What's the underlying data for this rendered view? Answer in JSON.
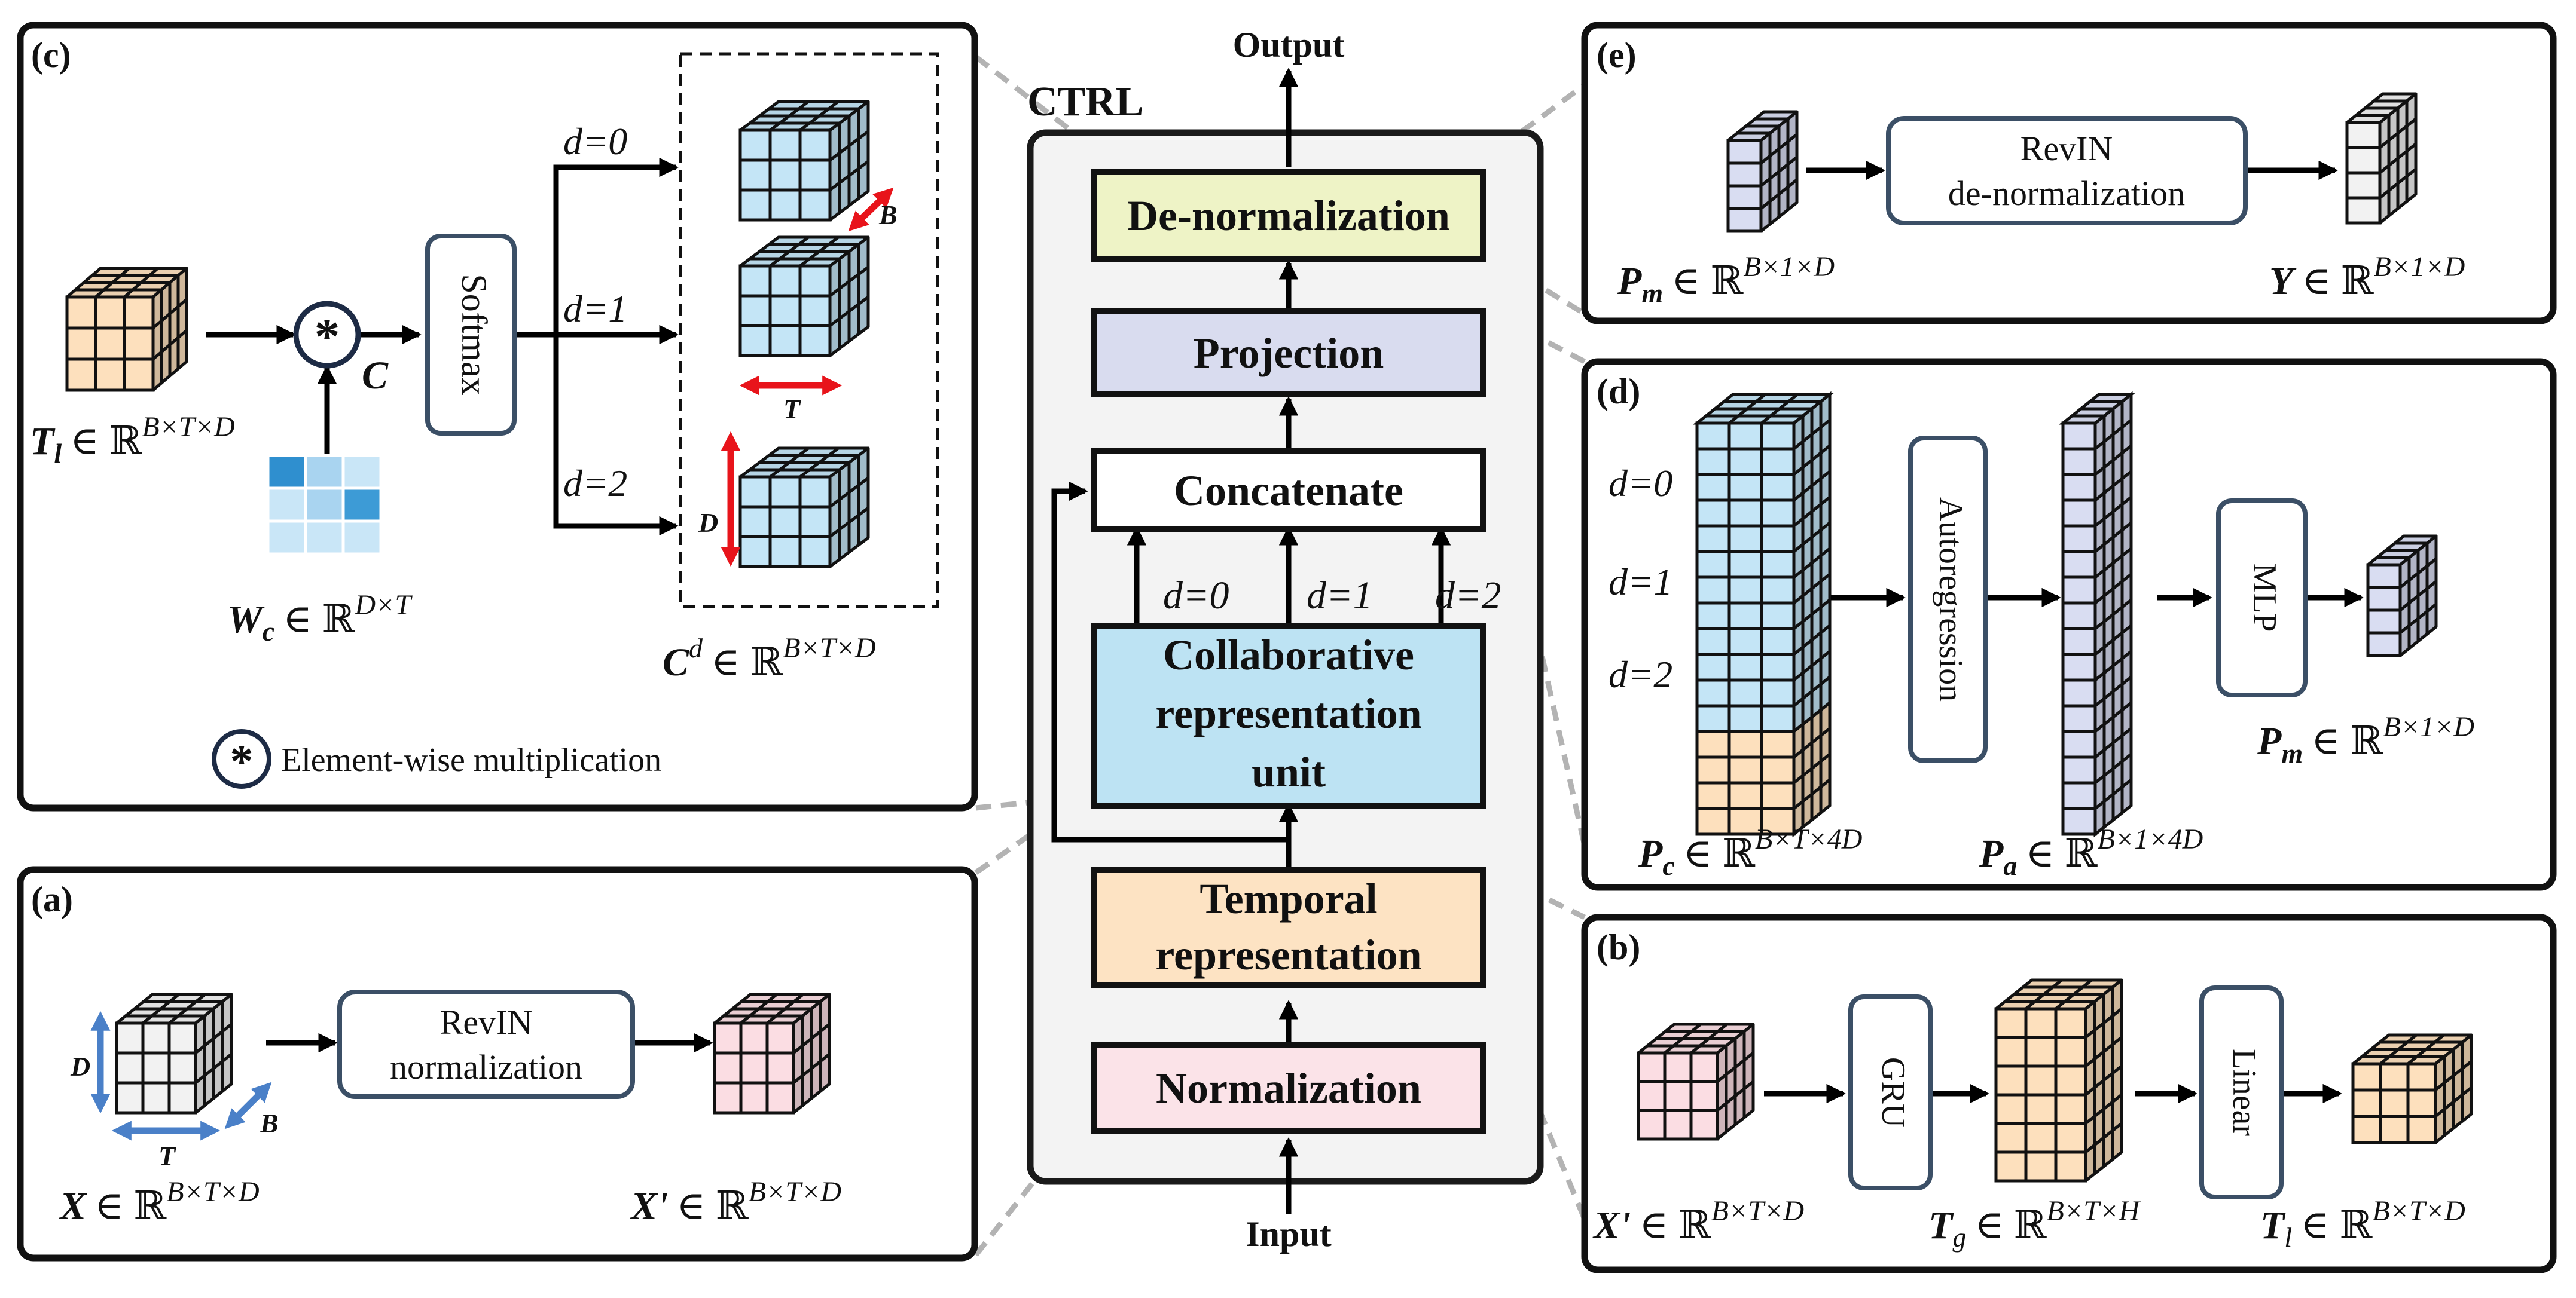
{
  "center": {
    "title": "CTRL",
    "input": "Input",
    "output": "Output",
    "blocks": {
      "normalization": "Normalization",
      "temporal_1": "Temporal",
      "temporal_2": "representation",
      "collab_1": "Collaborative",
      "collab_2": "representation",
      "collab_3": "unit",
      "concatenate": "Concatenate",
      "projection": "Projection",
      "denorm": "De-normalization"
    },
    "d_labels": [
      "d=0",
      "d=1",
      "d=2"
    ]
  },
  "panel_a": {
    "tag": "(a)",
    "box_line1": "RevIN",
    "box_line2": "normalization",
    "dim_D": "D",
    "dim_T": "T",
    "dim_B": "B",
    "input_var": "X",
    "input_space": "∈ ℝ",
    "input_sup": "B×T×D",
    "output_var": "X'",
    "output_space": "∈ ℝ",
    "output_sup": "B×T×D"
  },
  "panel_b": {
    "tag": "(b)",
    "box1": "GRU",
    "box2": "Linear",
    "in_var": "X'",
    "in_space": "∈ ℝ",
    "in_sup": "B×T×D",
    "mid_var": "T",
    "mid_sub": "g",
    "mid_space": "∈ ℝ",
    "mid_sup": "B×T×H",
    "out_var": "T",
    "out_sub": "l",
    "out_space": "∈ ℝ",
    "out_sup": "B×T×D"
  },
  "panel_c": {
    "tag": "(c)",
    "softmax": "Softmax",
    "c_label": "C",
    "star": "*",
    "d_labels": [
      "d=0",
      "d=1",
      "d=2"
    ],
    "dim_B": "B",
    "dim_T": "T",
    "dim_D": "D",
    "tl_var": "T",
    "tl_sub": "l",
    "tl_space": "∈ ℝ",
    "tl_sup": "B×T×D",
    "wc_var": "W",
    "wc_sub": "c",
    "wc_space": "∈ ℝ",
    "wc_sup": "D×T",
    "cd_var": "C",
    "cd_sup1": "d",
    "cd_space": "∈ ℝ",
    "cd_sup": "B×T×D",
    "legend": "Element-wise multiplication"
  },
  "panel_d": {
    "tag": "(d)",
    "d_labels": [
      "d=0",
      "d=1",
      "d=2"
    ],
    "box1": "Autoregression",
    "box2": "MLP",
    "pc_var": "P",
    "pc_sub": "c",
    "pc_space": "∈ ℝ",
    "pc_sup": "B×T×4D",
    "pa_var": "P",
    "pa_sub": "a",
    "pa_space": "∈ ℝ",
    "pa_sup": "B×1×4D",
    "pm_var": "P",
    "pm_sub": "m",
    "pm_space": "∈ ℝ",
    "pm_sup": "B×1×D"
  },
  "panel_e": {
    "tag": "(e)",
    "box_line1": "RevIN",
    "box_line2": "de-normalization",
    "pm_var": "P",
    "pm_sub": "m",
    "pm_space": "∈ ℝ",
    "pm_sup": "B×1×D",
    "y_var": "Y",
    "y_space": "∈ ℝ",
    "y_sup": "B×1×D"
  },
  "colors": {
    "normalization": "#fbe3e8",
    "temporal": "#fde3c3",
    "collab": "#bde3f3",
    "projection": "#d9dcef",
    "denorm": "#eef3c6",
    "cube_orange": "#fde0bd",
    "cube_blue": "#c4e5f6",
    "cube_pink": "#fbdde3",
    "cube_gray": "#f2f2f2",
    "cube_lav": "#d9ddf2",
    "arrow_red": "#e8141b",
    "arrow_blue": "#4a80c8",
    "box_stroke": "#3b4f66",
    "guide": "#b3b3b3"
  }
}
